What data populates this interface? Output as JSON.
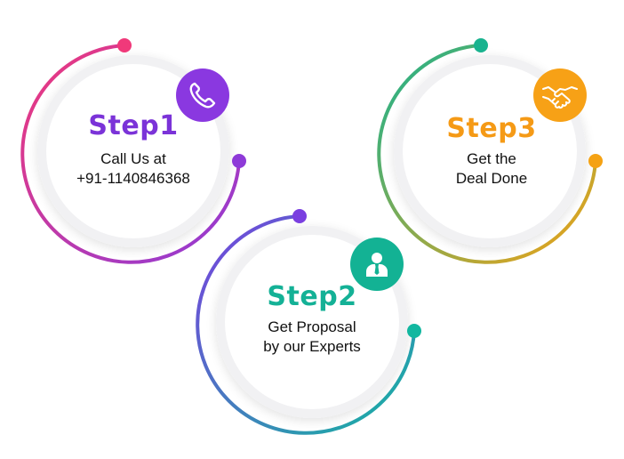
{
  "steps": [
    {
      "title": "Step1",
      "line1": "Call Us at",
      "line2": "+91-1140846368",
      "icon": "phone-icon",
      "title_color": "#7b33d8",
      "icon_bg": "#8a38e0",
      "ring_from": "#f0397a",
      "ring_to": "#8e3ad8"
    },
    {
      "title": "Step2",
      "line1": "Get Proposal",
      "line2": "by our Experts",
      "icon": "businessman-icon",
      "title_color": "#14b196",
      "icon_bg": "#13b294",
      "ring_from": "#7a3fe0",
      "ring_to": "#12b7a0"
    },
    {
      "title": "Step3",
      "line1": "Get the",
      "line2": "Deal Done",
      "icon": "handshake-icon",
      "title_color": "#f59a16",
      "icon_bg": "#f7a116",
      "ring_from": "#19b38f",
      "ring_to": "#f5a213"
    }
  ]
}
